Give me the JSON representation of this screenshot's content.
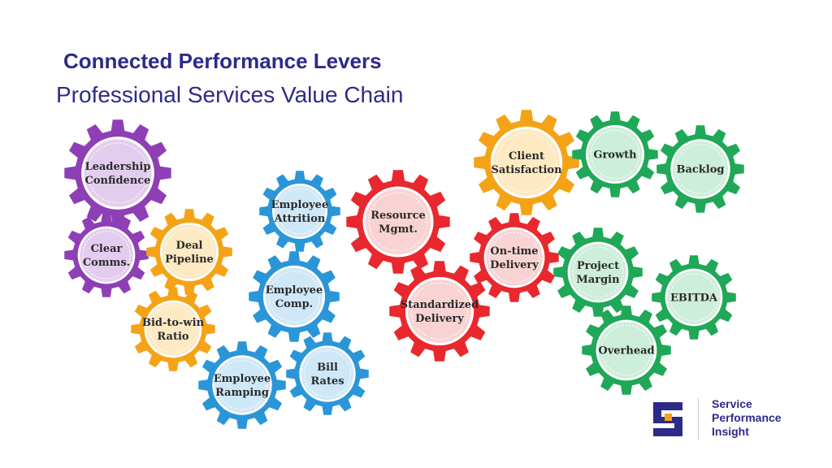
{
  "header": {
    "title": "Connected Performance Levers",
    "subtitle": "Professional Services Value Chain"
  },
  "colors": {
    "purple": {
      "outer": "#8e3fb6",
      "inner": "#e3cdee"
    },
    "orange": {
      "outer": "#f5a316",
      "inner": "#fde9c2"
    },
    "blue": {
      "outer": "#2a96d8",
      "inner": "#cfe8f8"
    },
    "red": {
      "outer": "#e8282e",
      "inner": "#f9d3d4"
    },
    "green": {
      "outer": "#1fa857",
      "inner": "#cdeeda"
    }
  },
  "gears": [
    {
      "id": "leadership-confidence",
      "lines": [
        "Leadership",
        "Confidence"
      ],
      "color": "purple"
    },
    {
      "id": "clear-comms",
      "lines": [
        "Clear",
        "Comms."
      ],
      "color": "purple"
    },
    {
      "id": "deal-pipeline",
      "lines": [
        "Deal",
        "Pipeline"
      ],
      "color": "orange"
    },
    {
      "id": "bid-to-win-ratio",
      "lines": [
        "Bid-to-win",
        "Ratio"
      ],
      "color": "orange"
    },
    {
      "id": "employee-ramping",
      "lines": [
        "Employee",
        "Ramping"
      ],
      "color": "blue"
    },
    {
      "id": "bill-rates",
      "lines": [
        "Bill",
        "Rates"
      ],
      "color": "blue"
    },
    {
      "id": "employee-comp",
      "lines": [
        "Employee",
        "Comp."
      ],
      "color": "blue"
    },
    {
      "id": "employee-attrition",
      "lines": [
        "Employee",
        "Attrition"
      ],
      "color": "blue"
    },
    {
      "id": "resource-mgmt",
      "lines": [
        "Resource",
        "Mgmt."
      ],
      "color": "red"
    },
    {
      "id": "standardized-delivery",
      "lines": [
        "Standardized",
        "Delivery"
      ],
      "color": "red"
    },
    {
      "id": "on-time-delivery",
      "lines": [
        "On-time",
        "Delivery"
      ],
      "color": "red"
    },
    {
      "id": "client-satisfaction",
      "lines": [
        "Client",
        "Satisfaction"
      ],
      "color": "orange"
    },
    {
      "id": "growth",
      "lines": [
        "Growth"
      ],
      "color": "green"
    },
    {
      "id": "backlog",
      "lines": [
        "Backlog"
      ],
      "color": "green"
    },
    {
      "id": "project-margin",
      "lines": [
        "Project",
        "Margin"
      ],
      "color": "green"
    },
    {
      "id": "ebitda",
      "lines": [
        "EBITDA"
      ],
      "color": "green"
    },
    {
      "id": "overhead",
      "lines": [
        "Overhead"
      ],
      "color": "green"
    }
  ],
  "brand": {
    "line1": "Service",
    "line2": "Performance",
    "line3": "Insight",
    "color": "#2e2a8a",
    "accent": "#f5a316"
  }
}
